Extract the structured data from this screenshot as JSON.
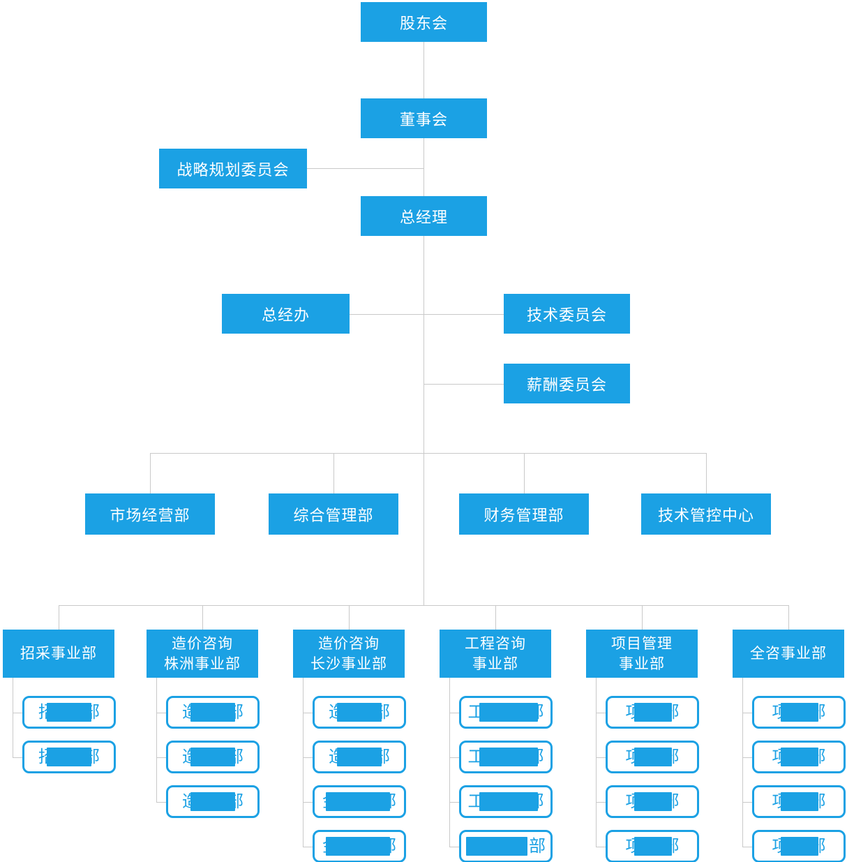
{
  "colors": {
    "node_blue": "#1BA1E4",
    "line_gray": "#C9C9C9",
    "node_text": "#FFFFFF"
  },
  "nodes": {
    "shareholders": "股东会",
    "board": "董事会",
    "strategy_committee": "战略规划委员会",
    "general_manager": "总经理",
    "gm_office": "总经办",
    "tech_committee": "技术委员会",
    "compensation_committee": "薪酬委员会",
    "departments": [
      "市场经营部",
      "综合管理部",
      "财务管理部",
      "技术管控中心"
    ],
    "divisions": [
      {
        "label": "招采事业部",
        "children": [
          {
            "start": "招",
            "end": "部",
            "style": "s1"
          },
          {
            "start": "招",
            "end": "部",
            "style": "s1"
          }
        ]
      },
      {
        "label": "造价咨询\n株洲事业部",
        "children": [
          {
            "start": "造",
            "end": "部",
            "style": "s1"
          },
          {
            "start": "造",
            "end": "部",
            "style": "s1"
          },
          {
            "start": "造",
            "end": "部",
            "style": "s1"
          }
        ]
      },
      {
        "label": "造价咨询\n长沙事业部",
        "children": [
          {
            "start": "造",
            "end": "部",
            "style": "s1"
          },
          {
            "start": "造",
            "end": "部",
            "style": "s1"
          },
          {
            "start": "金",
            "end": "部",
            "style": "s2"
          },
          {
            "start": "金",
            "end": "部",
            "style": "s2"
          }
        ]
      },
      {
        "label": "工程咨询\n事业部",
        "children": [
          {
            "start": "工",
            "end": "部",
            "style": "s3"
          },
          {
            "start": "工",
            "end": "部",
            "style": "s3"
          },
          {
            "start": "工",
            "end": "部",
            "style": "s3"
          },
          {
            "start": "",
            "end": "部",
            "style": "s4"
          }
        ]
      },
      {
        "label": "项目管理\n事业部",
        "children": [
          {
            "start": "项",
            "end": "部",
            "style": "s5"
          },
          {
            "start": "项",
            "end": "部",
            "style": "s5"
          },
          {
            "start": "项",
            "end": "部",
            "style": "s5"
          },
          {
            "start": "项",
            "end": "部",
            "style": "s5"
          }
        ]
      },
      {
        "label": "全咨事业部",
        "children": [
          {
            "start": "项",
            "end": "部",
            "style": "s5"
          },
          {
            "start": "项",
            "end": "部",
            "style": "s5"
          },
          {
            "start": "项",
            "end": "部",
            "style": "s5"
          },
          {
            "start": "项",
            "end": "部",
            "style": "s5"
          }
        ]
      }
    ]
  }
}
